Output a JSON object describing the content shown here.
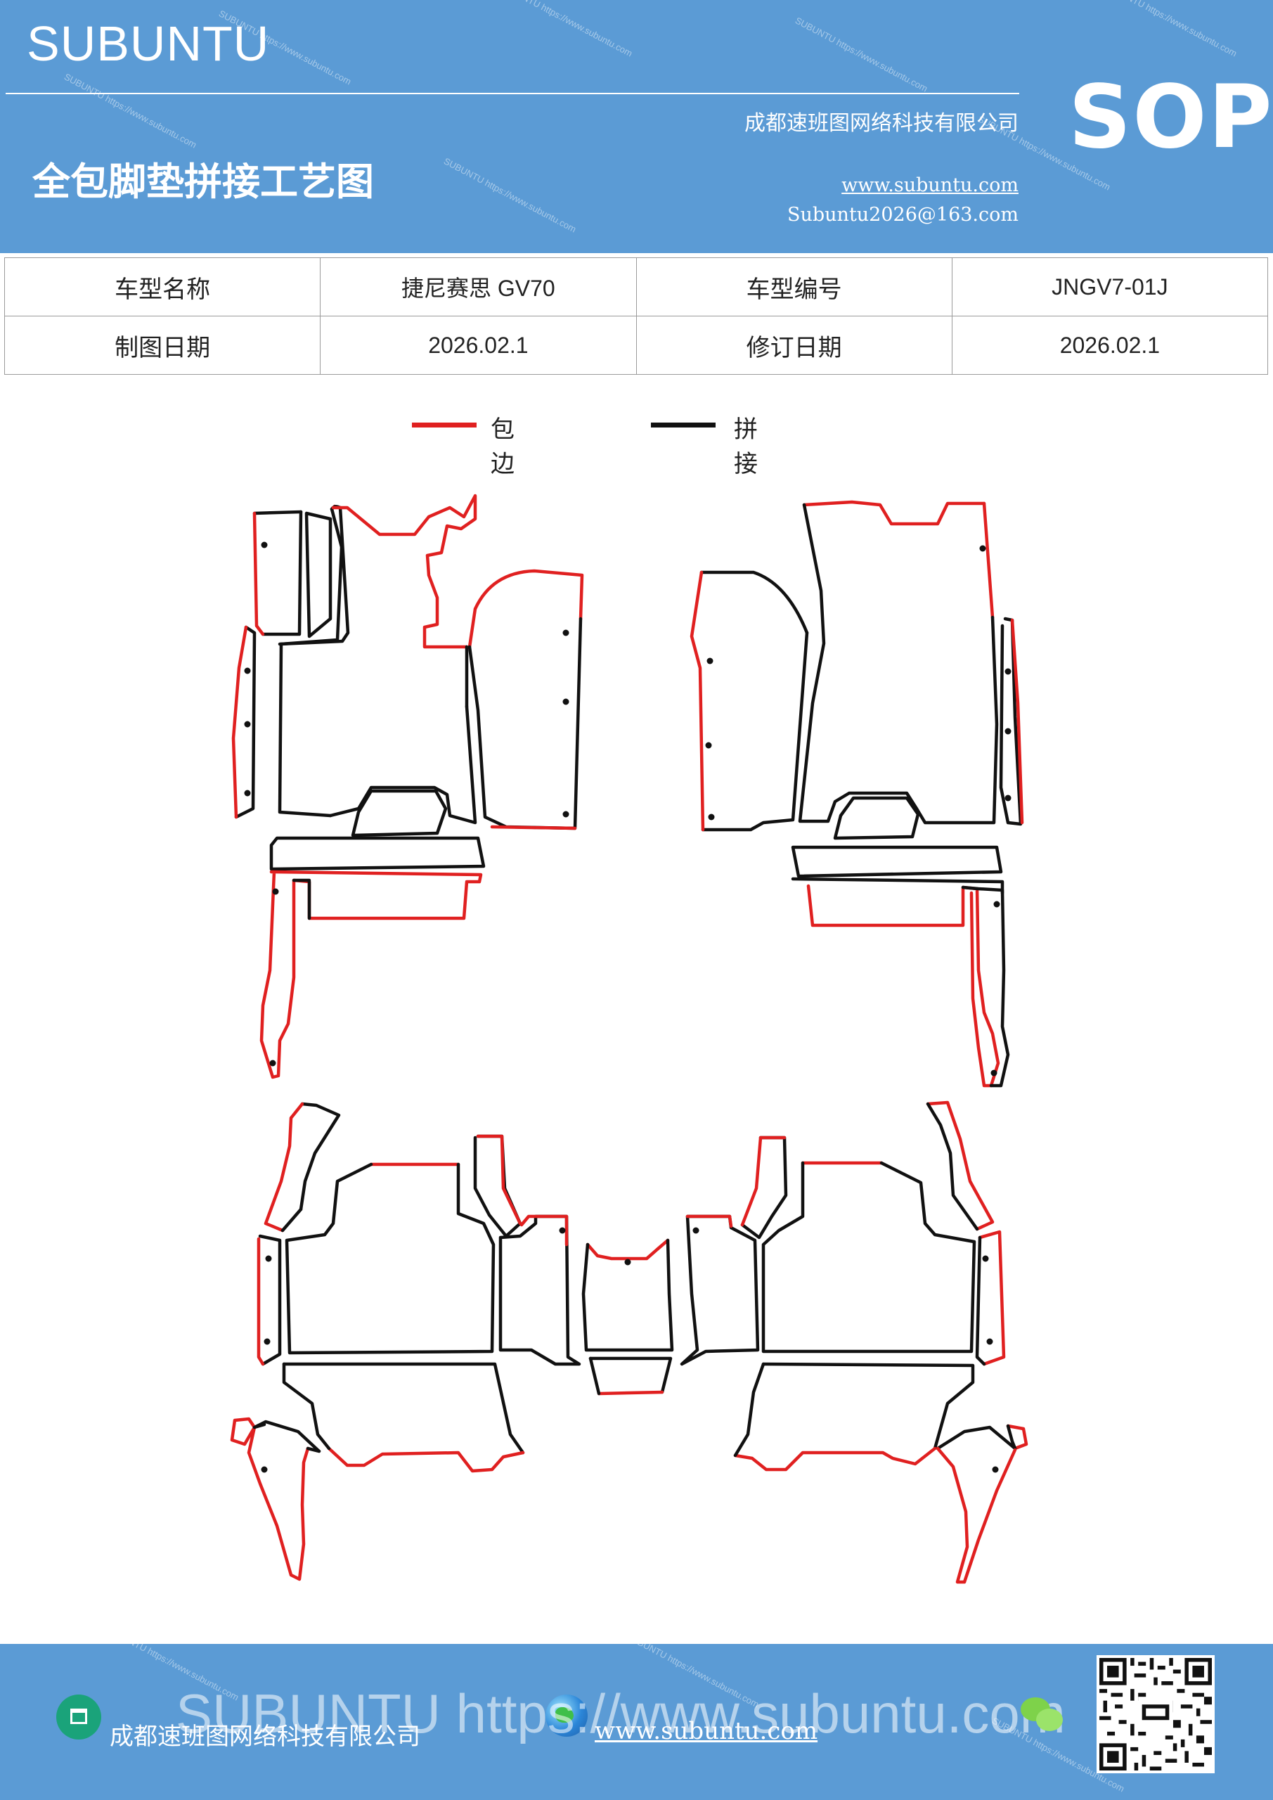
{
  "header": {
    "brand": "SUBUNTU",
    "company": "成都速班图网络科技有限公司",
    "title": "全包脚垫拼接工艺图",
    "website": "www.subuntu.com",
    "email": "Subuntu2026@163.com",
    "badge": "SOP",
    "watermark": "SUBUNTU https://www.subuntu.com"
  },
  "info_table": {
    "rows": [
      {
        "label1": "车型名称",
        "value1": "捷尼赛思 GV70",
        "label2": "车型编号",
        "value2": "JNGV7-01J"
      },
      {
        "label1": "制图日期",
        "value1": "2026.02.1",
        "label2": "修订日期",
        "value2": "2026.02.1"
      }
    ]
  },
  "legend": {
    "items": [
      {
        "label": "包边",
        "color": "#e02020"
      },
      {
        "label": "拼接",
        "color": "#111111"
      }
    ]
  },
  "colors": {
    "header_bg": "#5b9bd5",
    "edge_binding": "#e02020",
    "seam": "#111111"
  },
  "footer": {
    "company": "成都速班图网络科技有限公司",
    "website": "www.subuntu.com",
    "watermark": "SUBUNTU https://www.subuntu.com",
    "icons": [
      "building-icon",
      "globe-icon",
      "wechat-icon",
      "qr-code"
    ]
  }
}
